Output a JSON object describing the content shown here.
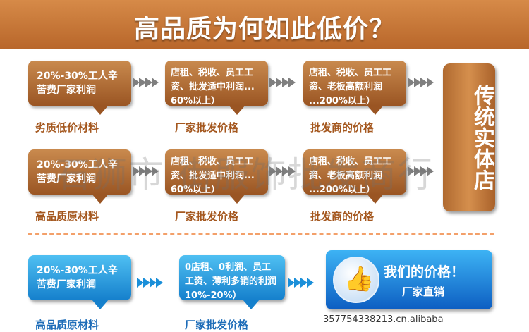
{
  "header": {
    "title": "高品质为何如此低价？"
  },
  "row1": {
    "boxes": [
      "20%-30%工人辛苦费厂家利润",
      "店租、税收、员工工资、批发适中利润... 60%以上）",
      "店租、税收、员工工资、老板高额利润 ...200%以上）"
    ],
    "labels": [
      "劣质低价材料",
      "厂家批发价格",
      "批发商的价格"
    ]
  },
  "row2": {
    "boxes": [
      "20%-30%工人辛苦费厂家利润",
      "店租、税收、员工工资、批发适中利润... 60%以上）",
      "店租、税收、员工工资、老板高额利润 ...200%以上）"
    ],
    "labels": [
      "高品质原材料",
      "厂家批发价格",
      "批发商的价格"
    ]
  },
  "side_box": {
    "label": "传统实体店"
  },
  "row3": {
    "boxes": [
      "20%-30%工人辛苦费厂家利润",
      "0店租、0利润、员工 工资、薄利多销的利润10%-20%）"
    ],
    "labels": [
      "高品质原材料",
      "厂家批发价格"
    ]
  },
  "price_box": {
    "title": "我们的价格！",
    "subtitle": "厂家直销",
    "icon": "thumbs-up-icon"
  },
  "footer": {
    "phone": "357754338213.cn.alibaba"
  },
  "watermark": "石狮市 街服饰批发商行",
  "colors": {
    "brown": "#a4571e",
    "blue": "#1580cc",
    "header": "#c77a3c"
  }
}
